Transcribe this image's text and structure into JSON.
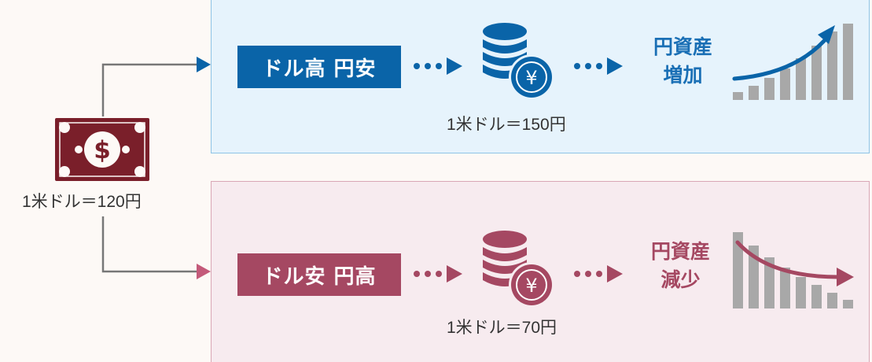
{
  "start": {
    "rate": "1米ドル＝120円"
  },
  "scenarios": [
    {
      "label": "ドル高 円安",
      "rate": "1米ドル＝150円",
      "result_line1": "円資産",
      "result_line2": "増加",
      "trend": "increase"
    },
    {
      "label": "ドル安 円高",
      "rate": "1米ドル＝70円",
      "result_line1": "円資産",
      "result_line2": "減少",
      "trend": "decrease"
    }
  ],
  "colors": {
    "blue": "#0a64a8",
    "red": "#a54862",
    "dark_red": "#7a1f2a",
    "gray": "#a8a8a8",
    "panel_blue": "#e6f3fc",
    "panel_red": "#f7ebef"
  },
  "icons": {
    "start": "dollar-bill-icon",
    "coins": "yen-coin-stack-icon",
    "arrows": "dotted-arrow-icon",
    "charts": [
      "bar-chart-up-icon",
      "bar-chart-down-icon"
    ]
  }
}
